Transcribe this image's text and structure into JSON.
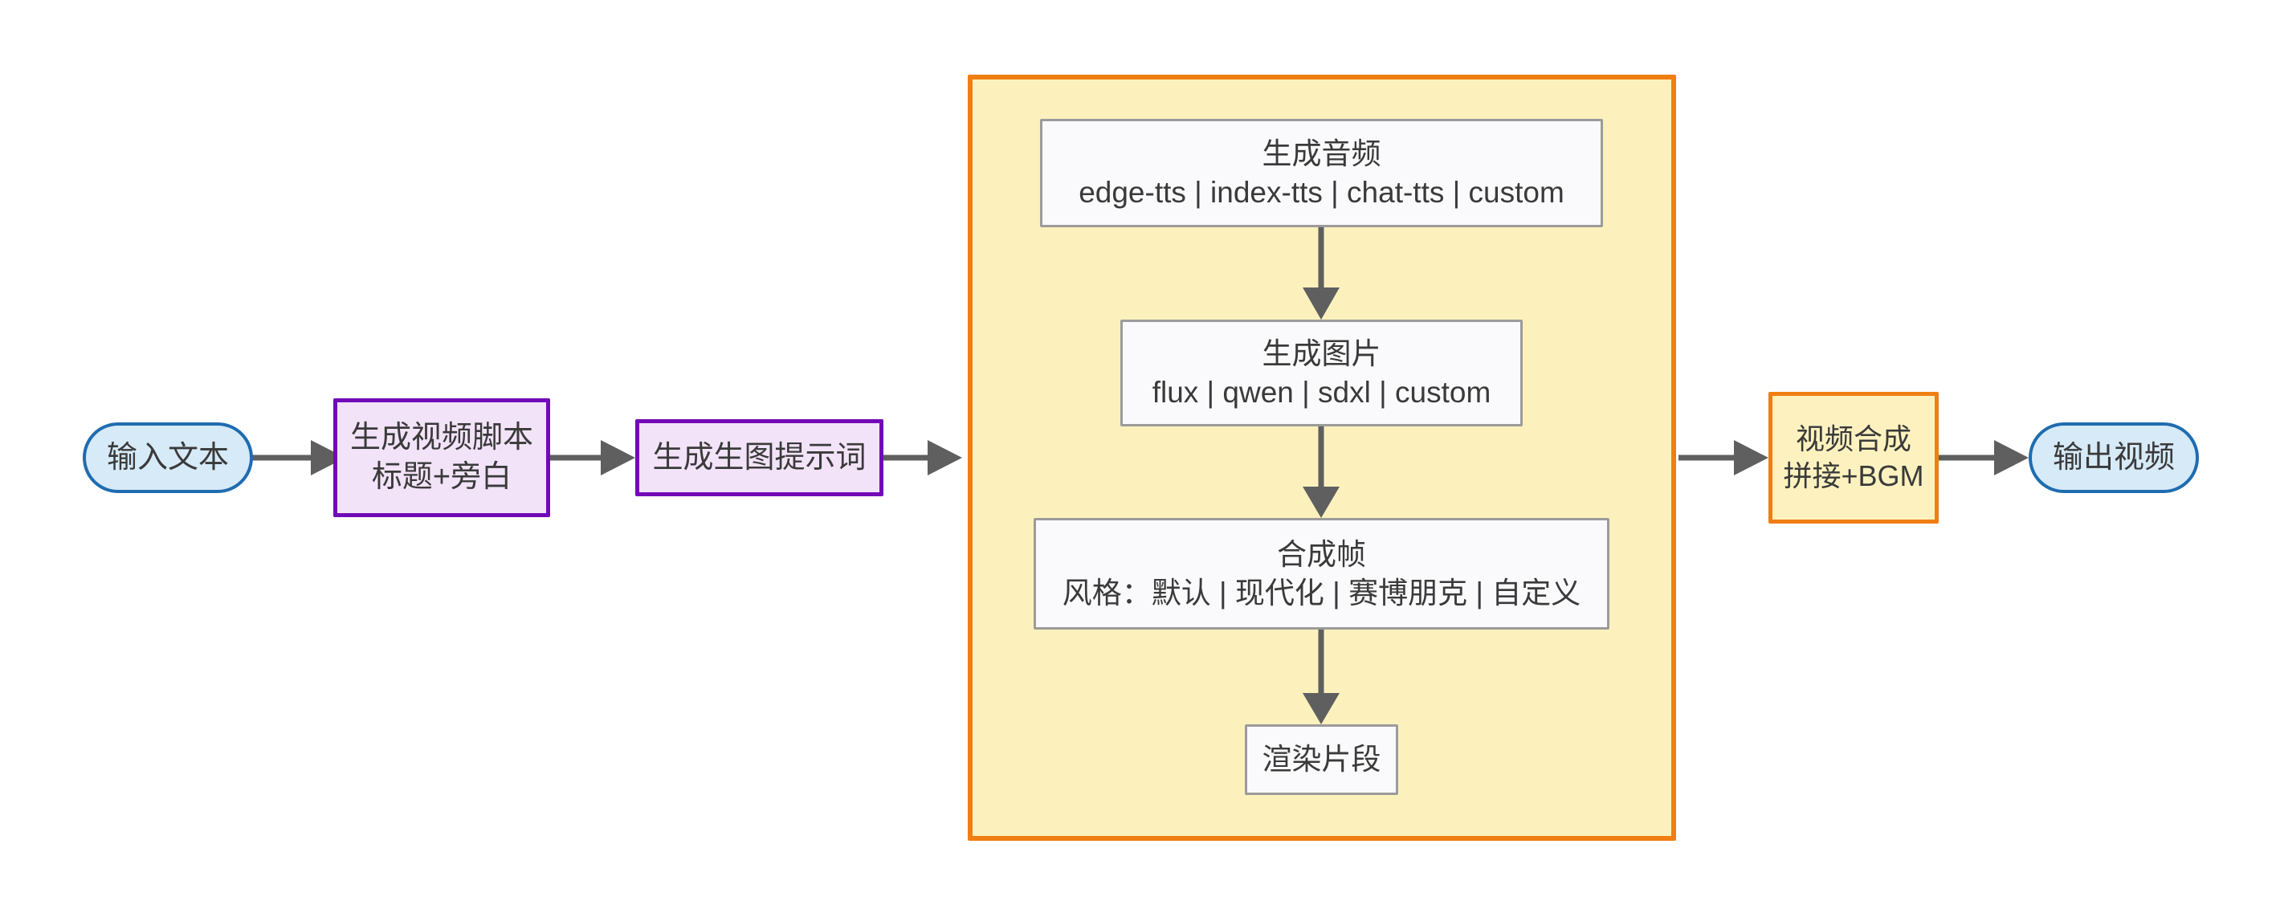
{
  "diagram": {
    "title": "AI video generation pipeline flowchart",
    "orientation": "left-to-right",
    "colors": {
      "terminal_fill": "#d6eaf8",
      "terminal_stroke": "#1f6cb0",
      "purple_fill": "#f2e3f8",
      "purple_stroke": "#7209b7",
      "orange_fill": "#fdf2bf",
      "orange_stroke": "#f07e13",
      "plain_fill": "#fafafc",
      "plain_stroke": "#9b9b9b",
      "group_fill": "#fcf1bd",
      "group_stroke": "#f07e13",
      "edge_stroke": "#5f5f5f",
      "text": "#3a3a3a"
    }
  },
  "nodes": {
    "input_text": {
      "label": "输入文本",
      "shape": "stadium"
    },
    "script": {
      "line1": "生成视频脚本",
      "line2": "标题+旁白",
      "shape": "rect"
    },
    "prompt": {
      "label": "生成生图提示词",
      "shape": "rect"
    },
    "audio": {
      "line1": "生成音频",
      "line2": "edge-tts | index-tts | chat-tts | custom",
      "shape": "rect"
    },
    "image": {
      "line1": "生成图片",
      "line2": "flux | qwen | sdxl | custom",
      "shape": "rect"
    },
    "frame": {
      "line1": "合成帧",
      "line2": "风格：默认 | 现代化 | 赛博朋克 | 自定义",
      "shape": "rect"
    },
    "render": {
      "label": "渲染片段",
      "shape": "rect"
    },
    "compose": {
      "line1": "视频合成",
      "line2": "拼接+BGM",
      "shape": "rect"
    },
    "output_video": {
      "label": "输出视频",
      "shape": "stadium"
    }
  },
  "edges": [
    {
      "from": "input_text",
      "to": "script",
      "label": ""
    },
    {
      "from": "script",
      "to": "prompt",
      "label": ""
    },
    {
      "from": "prompt",
      "to": "audio",
      "label": ""
    },
    {
      "from": "audio",
      "to": "image",
      "label": ""
    },
    {
      "from": "image",
      "to": "frame",
      "label": ""
    },
    {
      "from": "frame",
      "to": "render",
      "label": ""
    },
    {
      "from": "render",
      "to": "compose",
      "label": ""
    },
    {
      "from": "compose",
      "to": "output_video",
      "label": ""
    }
  ]
}
